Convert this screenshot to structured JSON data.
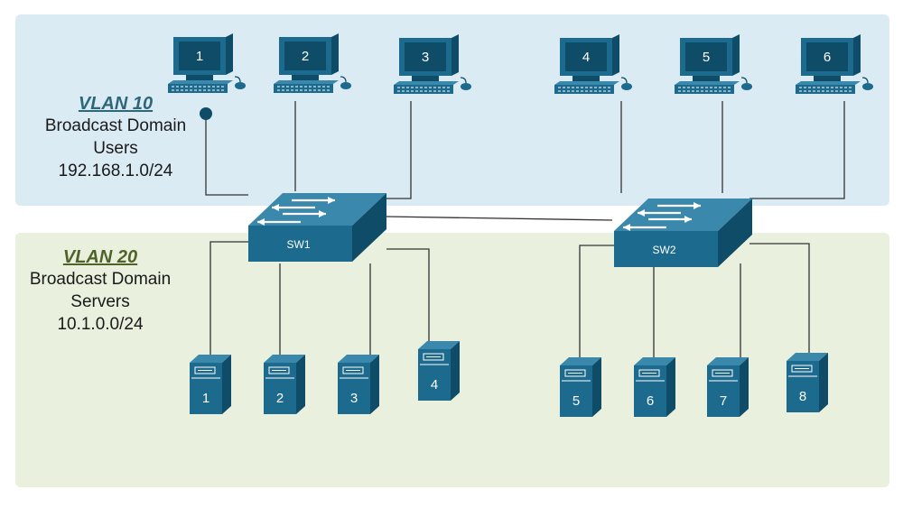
{
  "colors": {
    "device_blue": "#1c6a8e",
    "device_dark": "#0f4c68",
    "device_light": "#3a88ab",
    "vlan10_bg": "#dbebf3",
    "vlan20_bg": "#e9f0de",
    "vlan10_title": "#2d6778",
    "vlan20_title": "#4f6228",
    "link": "#333333"
  },
  "vlan10": {
    "title": "VLAN 10",
    "line1": "Broadcast Domain",
    "line2": "Users",
    "line3": "192.168.1.0/24"
  },
  "vlan20": {
    "title": "VLAN 20",
    "line1": "Broadcast Domain",
    "line2": "Servers",
    "line3": "10.1.0.0/24"
  },
  "switches": [
    {
      "label": "SW1"
    },
    {
      "label": "SW2"
    }
  ],
  "pcs": [
    {
      "label": "1",
      "icon": "computer-icon"
    },
    {
      "label": "2",
      "icon": "computer-icon"
    },
    {
      "label": "3",
      "icon": "computer-icon"
    },
    {
      "label": "4",
      "icon": "computer-icon"
    },
    {
      "label": "5",
      "icon": "computer-icon"
    },
    {
      "label": "6",
      "icon": "computer-icon"
    }
  ],
  "servers": [
    {
      "label": "1",
      "icon": "server-icon"
    },
    {
      "label": "2",
      "icon": "server-icon"
    },
    {
      "label": "3",
      "icon": "server-icon"
    },
    {
      "label": "4",
      "icon": "server-icon"
    },
    {
      "label": "5",
      "icon": "server-icon"
    },
    {
      "label": "6",
      "icon": "server-icon"
    },
    {
      "label": "7",
      "icon": "server-icon"
    },
    {
      "label": "8",
      "icon": "server-icon"
    }
  ]
}
